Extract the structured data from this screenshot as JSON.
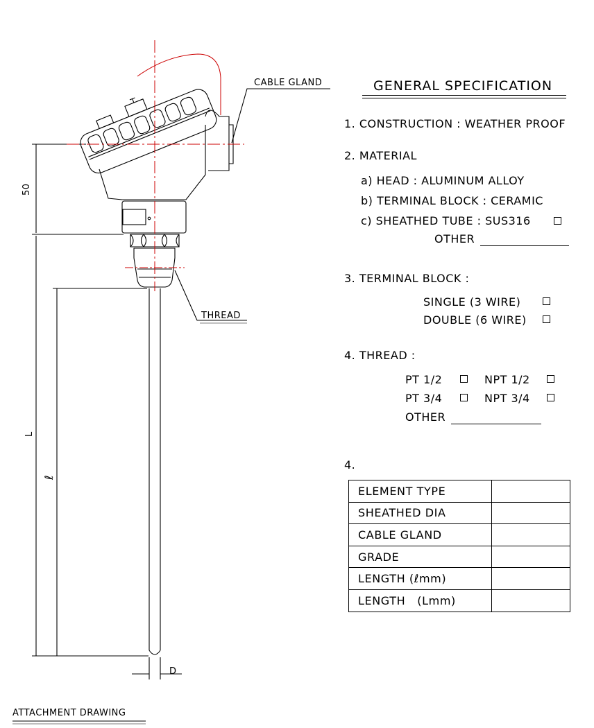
{
  "drawing": {
    "cable_gland_label": "CABLE GLAND",
    "thread_label": "THREAD",
    "dim_50": "50",
    "dim_L": "L",
    "dim_l": "ℓ",
    "dim_D": "D",
    "footer_title": "ATTACHMENT DRAWING"
  },
  "spec": {
    "title": "GENERAL SPECIFICATION",
    "construction": "1. CONSTRUCTION : WEATHER PROOF",
    "material": {
      "heading": "2. MATERIAL",
      "head": "a) HEAD : ALUMINUM ALLOY",
      "terminal_block": "b) TERMINAL BLOCK : CERAMIC",
      "sheathed_tube": "c) SHEATHED TUBE : SUS316",
      "other": "OTHER"
    },
    "terminal_block": {
      "heading": "3. TERMINAL BLOCK :",
      "single": "SINGLE (3 WIRE)",
      "double": "DOUBLE (6 WIRE)"
    },
    "thread": {
      "heading": "4. THREAD :",
      "pt_half": "PT 1/2",
      "npt_half": "NPT 1/2",
      "pt_threequarter": "PT 3/4",
      "npt_threequarter": "NPT 3/4",
      "other": "OTHER"
    },
    "table_heading": "4.",
    "table_rows": [
      {
        "label": "ELEMENT TYPE",
        "value": ""
      },
      {
        "label": "SHEATHED DIA",
        "value": ""
      },
      {
        "label": "CABLE GLAND",
        "value": ""
      },
      {
        "label": "GRADE",
        "value": ""
      },
      {
        "label": "LENGTH (ℓmm)",
        "value": ""
      },
      {
        "label": "LENGTH   (Lmm)",
        "value": ""
      }
    ]
  },
  "colors": {
    "line": "#000000",
    "centerline": "#cc0000"
  }
}
